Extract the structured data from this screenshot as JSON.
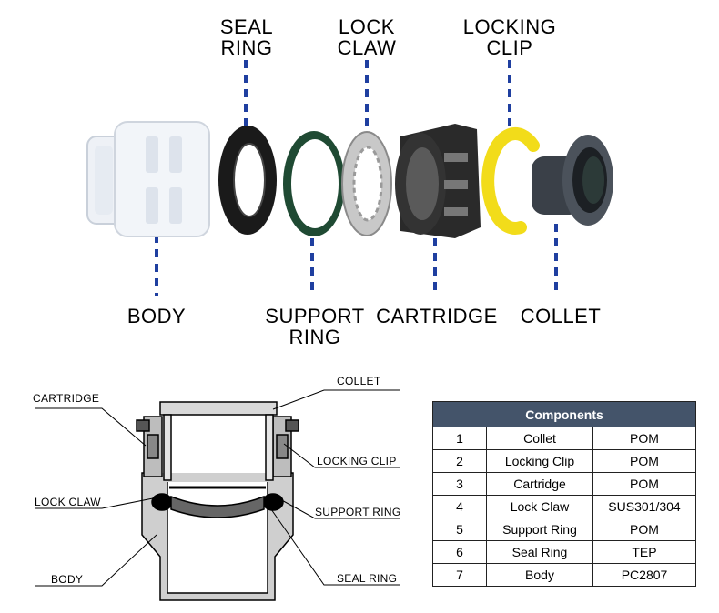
{
  "exploded_labels": {
    "seal_ring": "SEAL\nRING",
    "lock_claw": "LOCK\nCLAW",
    "locking_clip": "LOCKING\nCLIP",
    "body": "BODY",
    "support_ring": "SUPPORT\nRING",
    "cartridge": "CARTRIDGE",
    "collet": "COLLET"
  },
  "section_labels": {
    "cartridge": "CARTRIDGE",
    "collet": "COLLET",
    "locking_clip": "LOCKING CLIP",
    "lock_claw": "LOCK CLAW",
    "support_ring": "SUPPORT RING",
    "body": "BODY",
    "seal_ring": "SEAL RING"
  },
  "table": {
    "title": "Components",
    "rows": [
      {
        "no": "1",
        "part": "Collet",
        "material": "POM"
      },
      {
        "no": "2",
        "part": "Locking Clip",
        "material": "POM"
      },
      {
        "no": "3",
        "part": "Cartridge",
        "material": "POM"
      },
      {
        "no": "4",
        "part": "Lock Claw",
        "material": "SUS301/304"
      },
      {
        "no": "5",
        "part": "Support Ring",
        "material": "POM"
      },
      {
        "no": "6",
        "part": "Seal Ring",
        "material": "TEP"
      },
      {
        "no": "7",
        "part": "Body",
        "material": "PC2807"
      }
    ]
  },
  "colors": {
    "leader_blue": "#1f3fa0",
    "clip_yellow": "#f2dc1a",
    "support_green": "#1f4a33",
    "table_header": "#44546a"
  }
}
